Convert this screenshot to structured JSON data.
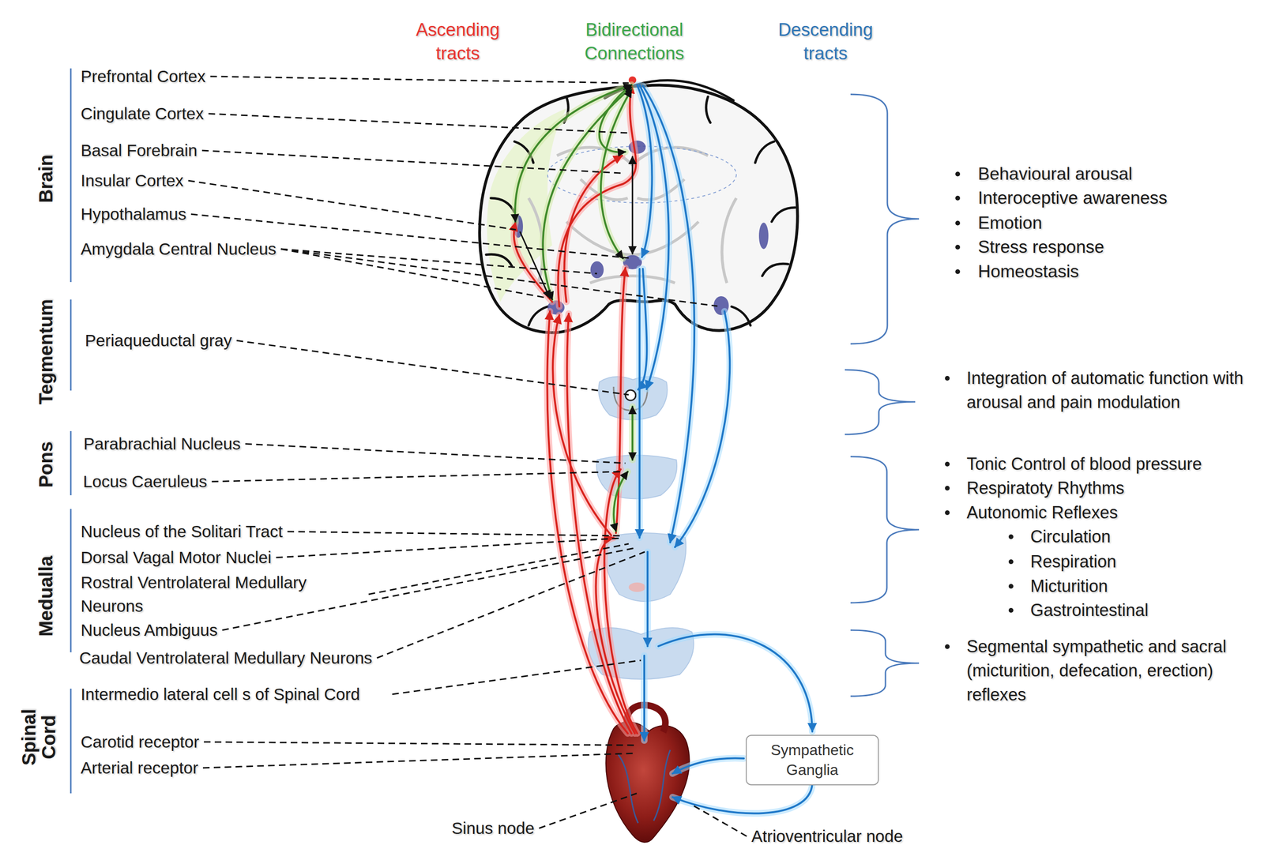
{
  "diagram": {
    "nodes": [
      {
        "text": [
          "Sympathetic Ganglia"
        ]
      }
    ],
    "labels": [
      "Ascending tracts",
      "Bidirectional Connections",
      "Descending tracts",
      "Brain",
      "Prefrontal Cortex",
      "Cingulate Cortex",
      "Basal Forebrain",
      "Insular Cortex",
      "Hypothalamus",
      "Amygdala Central Nucleus",
      "Tegmentum",
      "Periaqueductal gray",
      "Pons",
      "Parabrachial Nucleus",
      "Locus Caeruleus",
      "Medualla",
      "Nucleus of the Solitari Tract",
      "Dorsal Vagal Motor Nuclei",
      "Rostral Ventrolateral Medullary Neurons",
      "Nucleus Ambiguus",
      "Caudal Ventrolateral Medullary Neurons",
      "Spinal Cord",
      "Intermedio lateral cell s of Spinal Cord",
      "Carotid receptor",
      "Arterial receptor",
      "Behavioural arousal",
      "Interoceptive awareness",
      "Emotion",
      "Stress response",
      "Homeostasis",
      "Integration of automatic function with arousal and pain modulation",
      "Tonic Control of blood pressure",
      "Respiratoty Rhythms",
      "Autonomic Reflexes",
      "Circulation",
      "Respiration",
      "Micturition",
      "Gastrointestinal",
      "Segmental sympathetic and sacral (micturition, defecation, erection) reflexes",
      "Sinus node",
      "Atrioventricular node"
    ]
  }
}
